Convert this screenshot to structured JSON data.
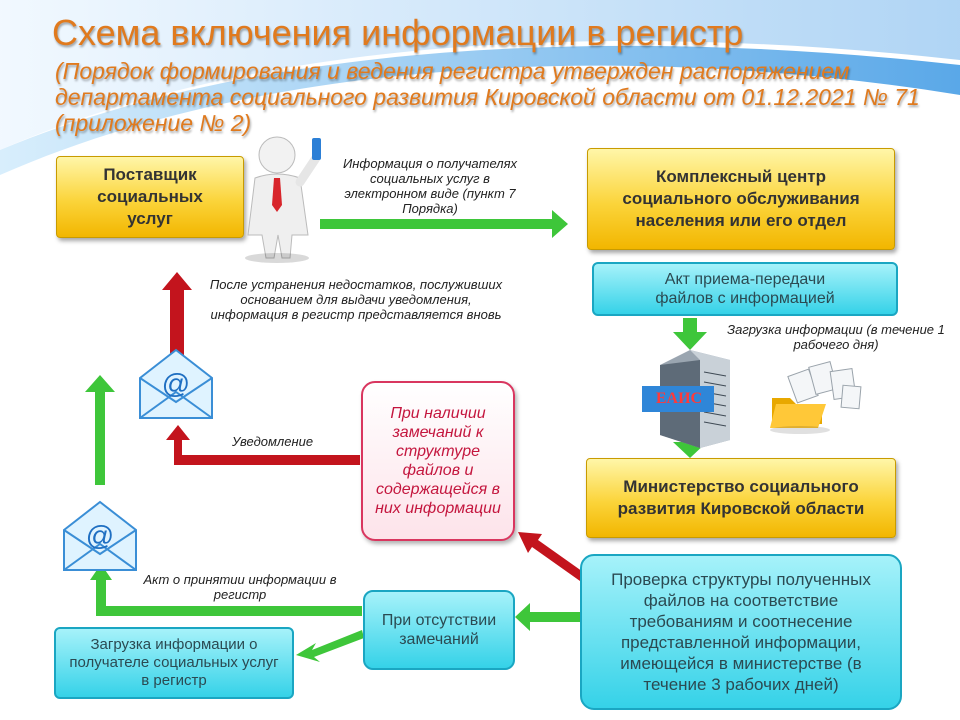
{
  "title": "Схема включения информации в регистр",
  "subtitle": "(Порядок формирования и ведения регистра утвержден распоряжением департамента социального развития Кировской области от 01.12.2021 № 71 (приложение № 2)",
  "boxes": {
    "supplier": "Поставщик социальных услуг",
    "center": "Комплексный центр социального обслуживания населения или его отдел",
    "act_transfer": "Акт приема-передачи файлов с информацией",
    "ministry": "Министерство социального развития Кировской области",
    "check": "Проверка структуры полученных файлов на соответствие требованиям и соотнесение представленной информации, имеющейся в министерстве (в течение 3 рабочих дней)",
    "remarks": "При наличии замечаний к структуре файлов и содержащейся в них информации",
    "no_remarks": "При отсутствии замечаний",
    "upload_registry": "Загрузка информации о получателе социальных услуг в регистр"
  },
  "notes": {
    "info_electronic": "Информация о получателях социальных услуг в электронном виде (пункт 7 Порядка)",
    "resubmit": "После устранения недостатков, послуживших основанием для выдачи уведомления, информация в регистр представляется вновь",
    "upload_info": "Загрузка информации (в течение 1 рабочего дня)",
    "notification": "Уведомление",
    "act_accept": "Акт о принятии информации в регистр"
  },
  "server_label": "ЕАИС",
  "icons": {
    "person": "businessman-icon",
    "email": "email-envelope-icon",
    "server": "server-icon",
    "folder": "folder-files-icon"
  },
  "colors": {
    "title": "#e07a1e",
    "green_arrow": "#3ec63a",
    "red_arrow": "#c3141d",
    "yellow_box": "#fbd43a",
    "cyan_box": "#35d2e8"
  }
}
